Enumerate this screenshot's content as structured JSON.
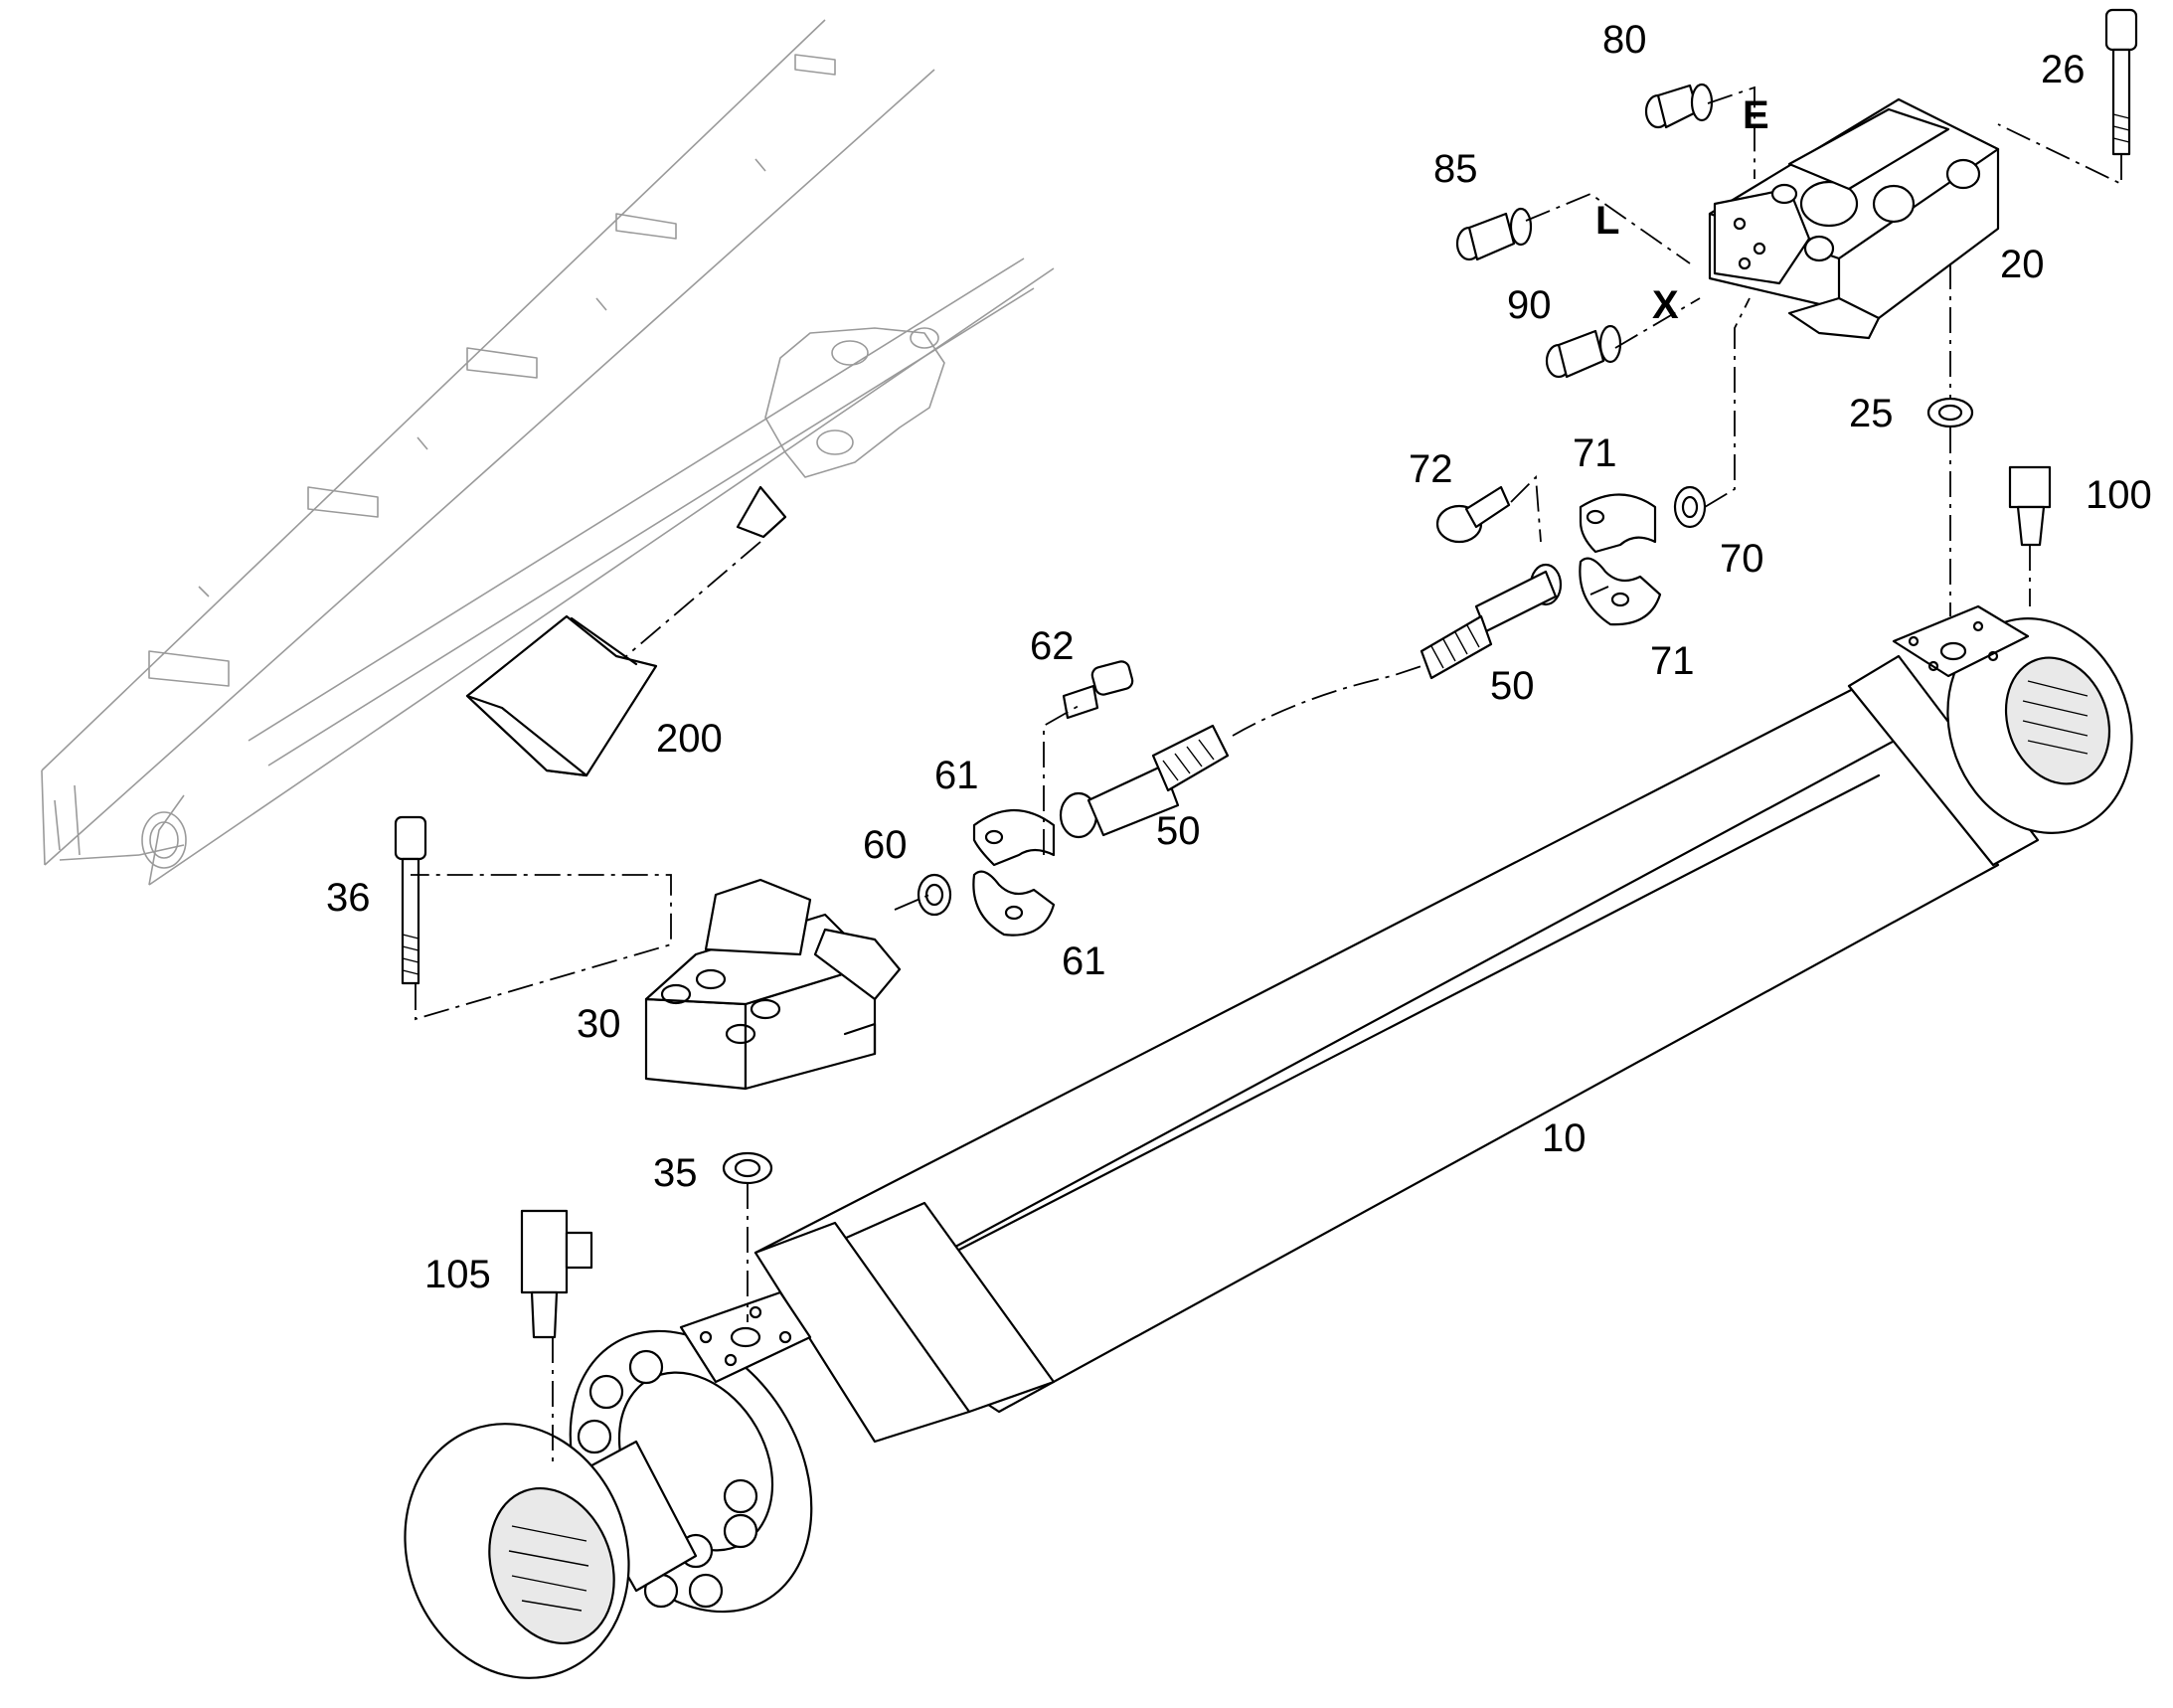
{
  "labels": {
    "p10": "10",
    "p20": "20",
    "p25": "25",
    "p26": "26",
    "p30": "30",
    "p35": "35",
    "p36": "36",
    "p50a": "50",
    "p50b": "50",
    "p60": "60",
    "p61a": "61",
    "p61b": "61",
    "p62": "62",
    "p70": "70",
    "p71a": "71",
    "p71b": "71",
    "p72": "72",
    "p80": "80",
    "p85": "85",
    "p90": "90",
    "p100": "100",
    "p105": "105",
    "p200": "200"
  },
  "ports": {
    "E": "E",
    "L": "L",
    "X": "X"
  }
}
